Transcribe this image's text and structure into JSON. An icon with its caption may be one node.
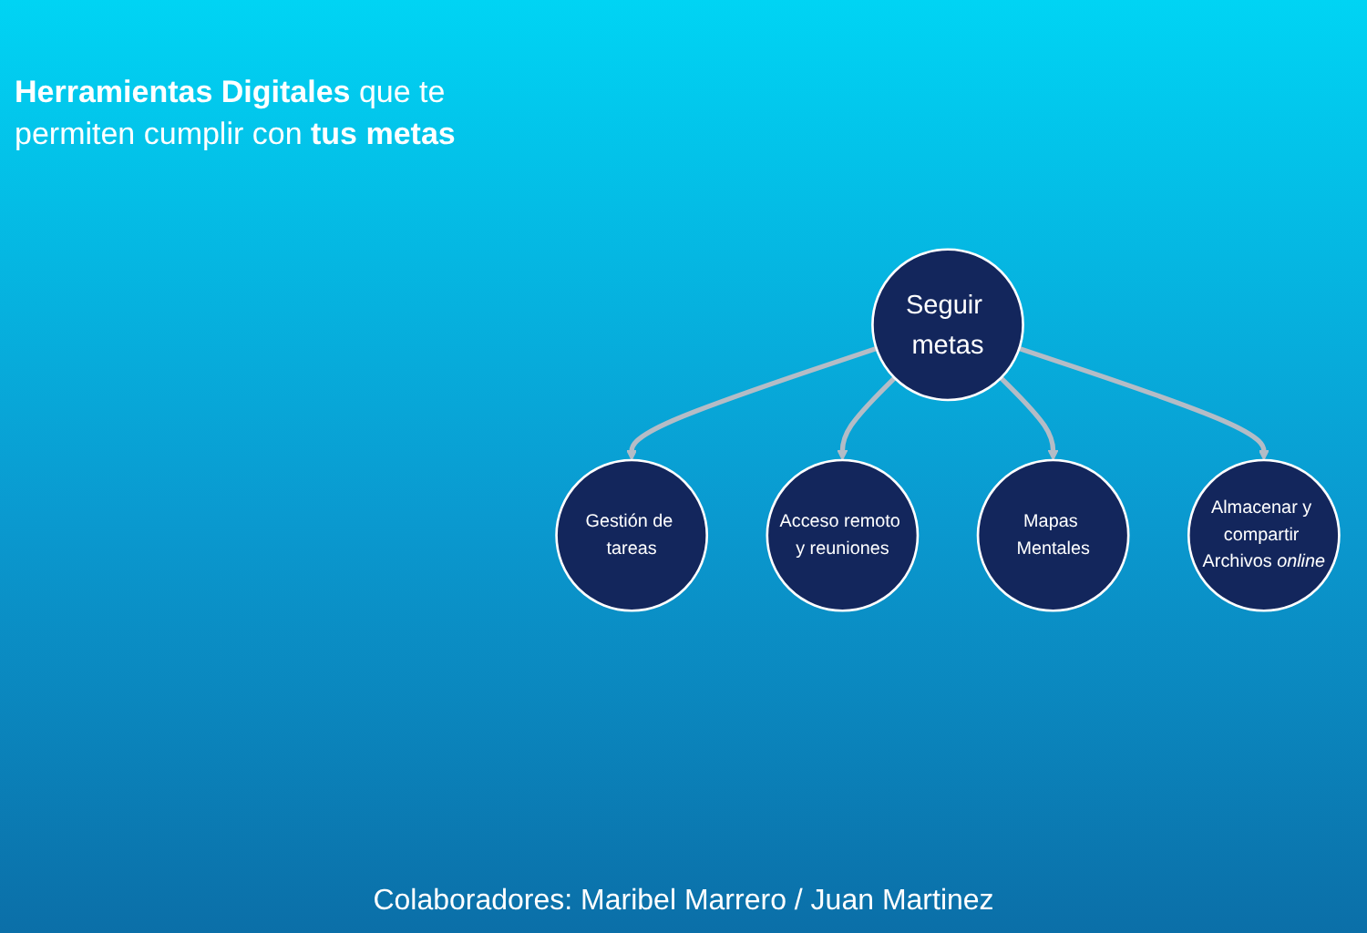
{
  "diagram": {
    "title": "**Herramientas Digitales** que te permiten cumplir con **tus metas**",
    "nodes": [
      {
        "text": [
          "Gestión de tareas"
        ]
      },
      {
        "text": [
          "Acceso remoto y reuniones"
        ]
      },
      {
        "text": [
          "Seguir metas"
        ]
      },
      {
        "text": [
          "Mapas Mentales"
        ]
      },
      {
        "text": [
          "Almacenar y compartir Archivos *online*"
        ]
      }
    ],
    "edges": [
      {
        "from": 2,
        "to": 0,
        "arrow": "to"
      },
      {
        "from": 2,
        "to": 1,
        "arrow": "to"
      },
      {
        "from": 2,
        "to": 3,
        "arrow": "to"
      },
      {
        "from": 2,
        "to": 4,
        "arrow": "to"
      }
    ],
    "caption": "Colaboradores: Maribel Marrero / Juan Martinez"
  }
}
